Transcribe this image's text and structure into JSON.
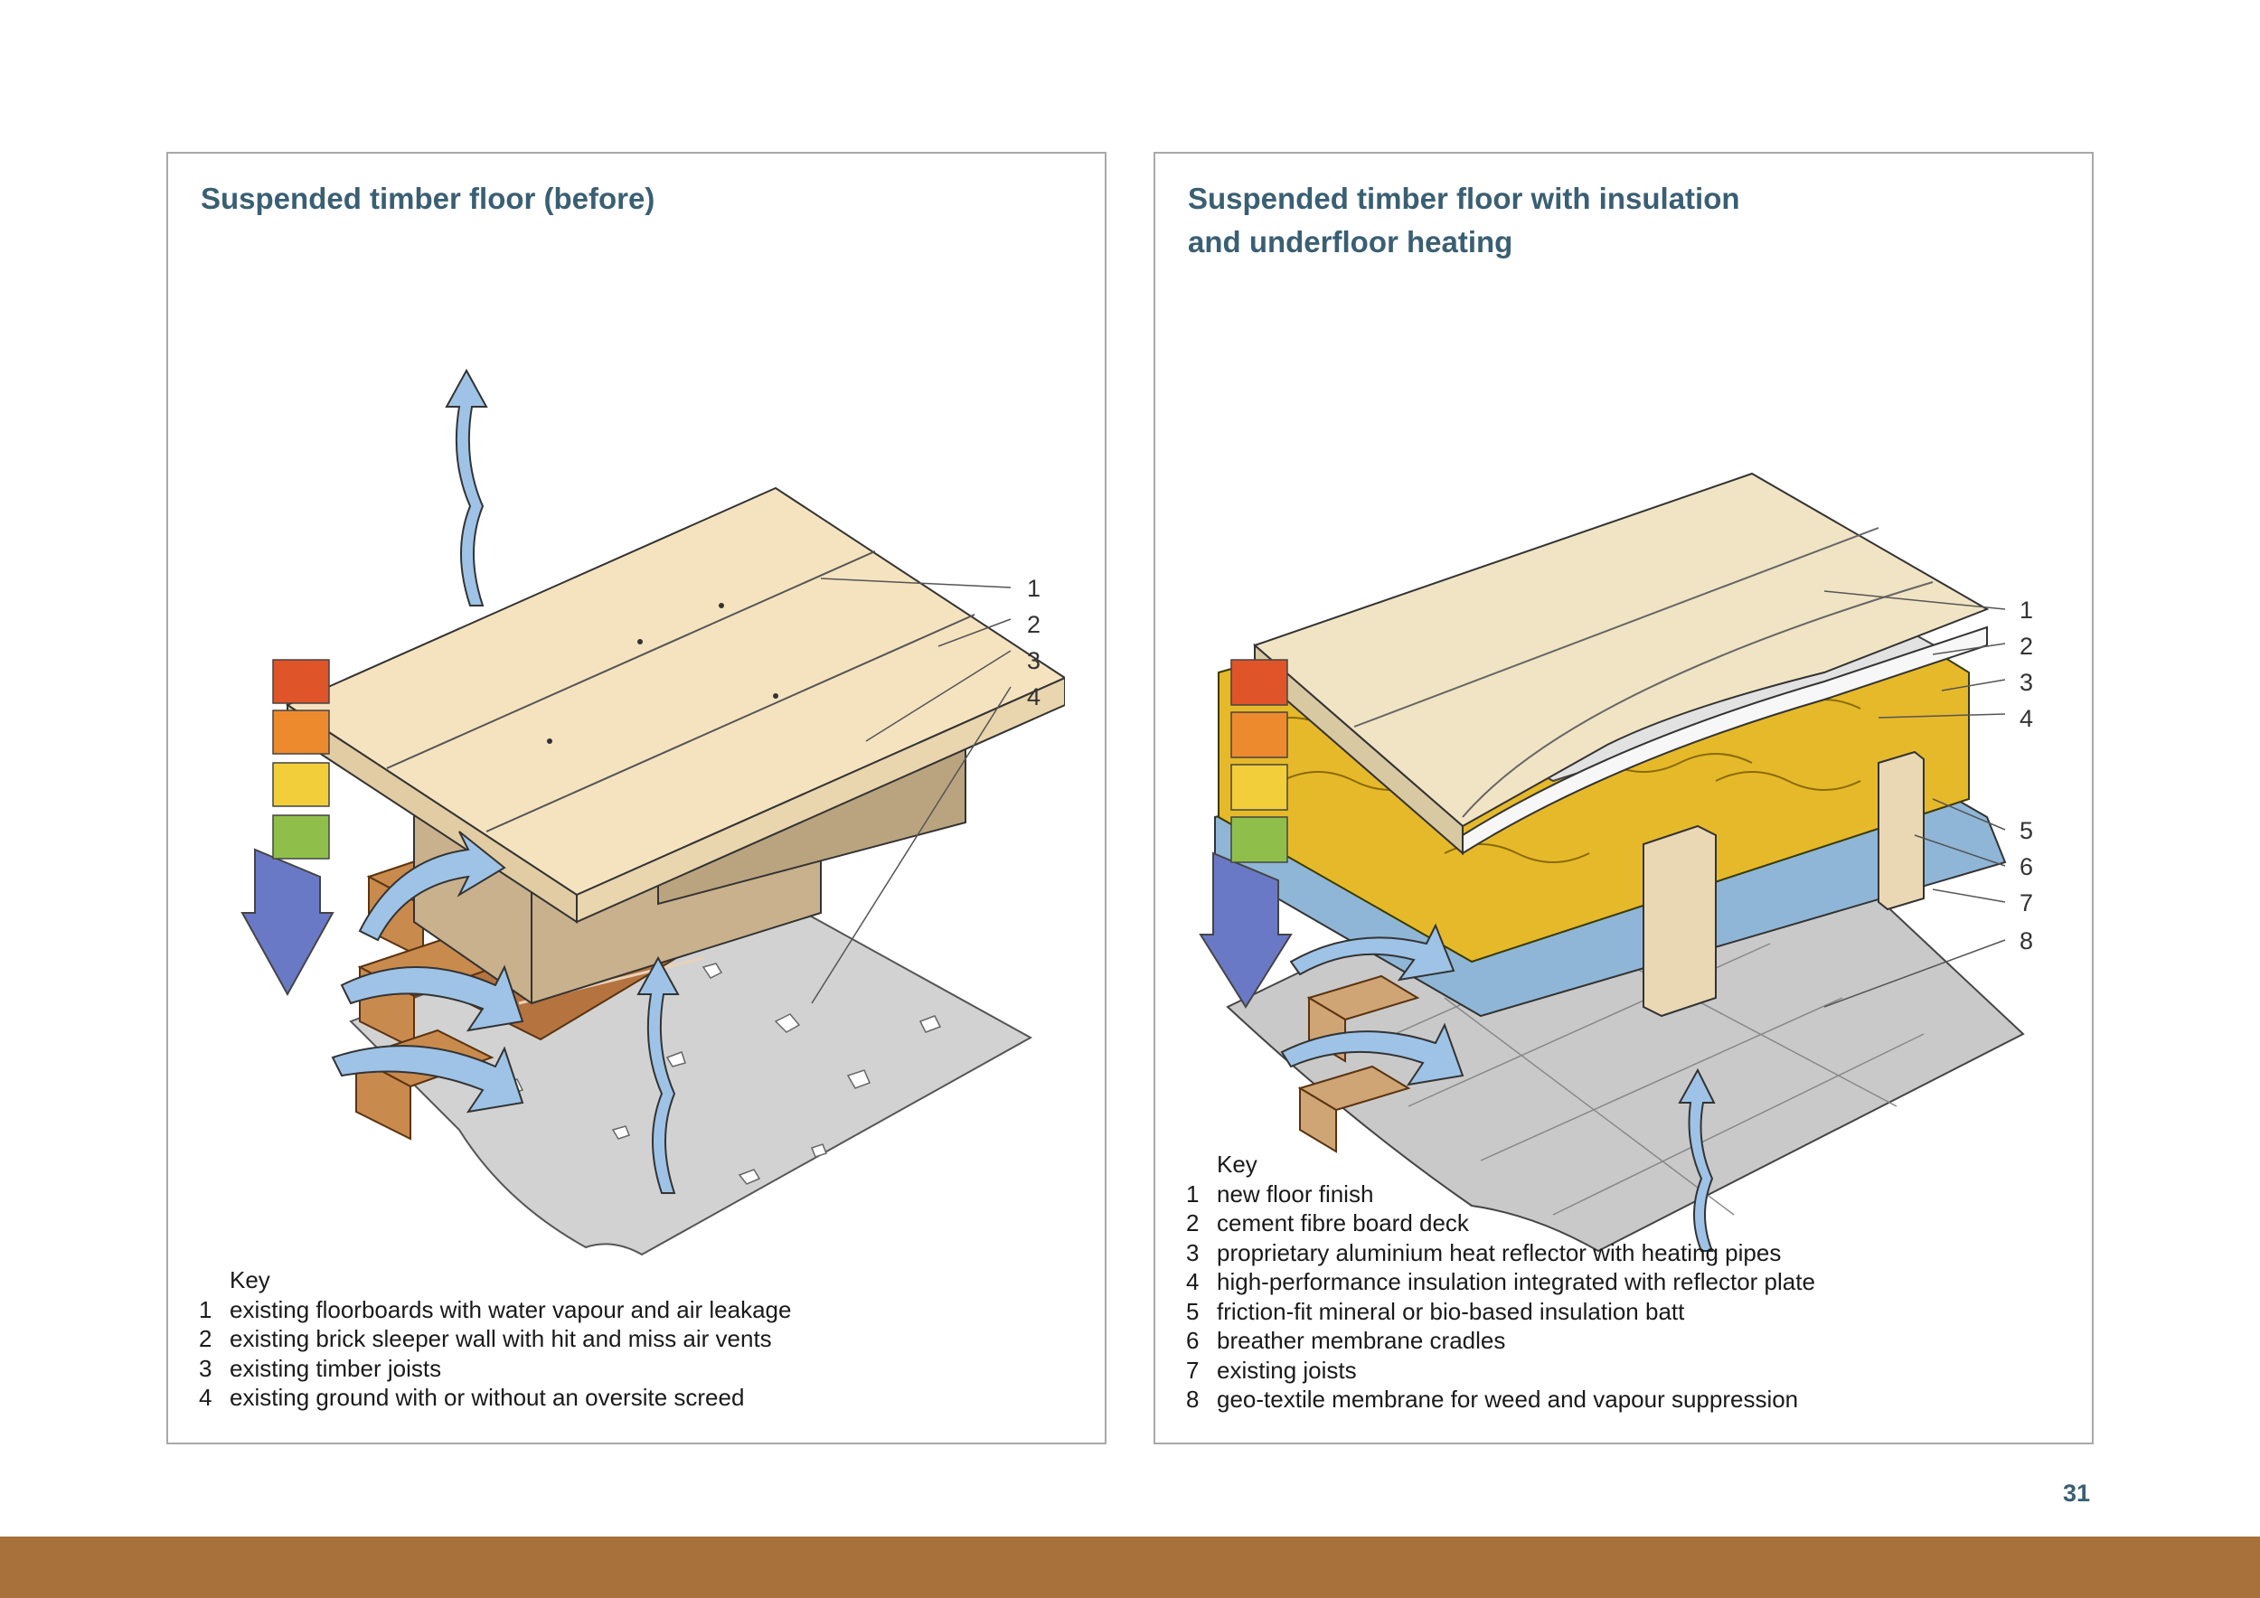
{
  "page": {
    "number": "31",
    "footer_color": "#a8703a",
    "title_color": "#3a5f73"
  },
  "left_panel": {
    "title": "Suspended timber floor (before)",
    "callouts": [
      "1",
      "2",
      "3",
      "4"
    ],
    "key_heading": "Key",
    "key": [
      {
        "num": "1",
        "text": "existing floorboards with water vapour and air leakage"
      },
      {
        "num": "2",
        "text": "existing brick sleeper wall with hit and miss air vents"
      },
      {
        "num": "3",
        "text": "existing timber joists"
      },
      {
        "num": "4",
        "text": "existing ground with or without an oversite screed"
      }
    ]
  },
  "right_panel": {
    "title_line1": "Suspended timber floor with insulation",
    "title_line2": "and underfloor heating",
    "callouts": [
      "1",
      "2",
      "3",
      "4",
      "5",
      "6",
      "7",
      "8"
    ],
    "key_heading": "Key",
    "key": [
      {
        "num": "1",
        "text": "new floor finish"
      },
      {
        "num": "2",
        "text": "cement fibre board deck"
      },
      {
        "num": "3",
        "text": "proprietary aluminium heat reflector with heating pipes"
      },
      {
        "num": "4",
        "text": "high-performance insulation integrated with reflector plate"
      },
      {
        "num": "5",
        "text": "friction-fit mineral or bio-based insulation batt"
      },
      {
        "num": "6",
        "text": "breather membrane cradles"
      },
      {
        "num": "7",
        "text": "existing joists"
      },
      {
        "num": "8",
        "text": "geo-textile membrane for weed and vapour suppression"
      }
    ]
  },
  "scale_colors": [
    "#e0542a",
    "#ee8a2e",
    "#f2cf3a",
    "#8fbf4a"
  ]
}
